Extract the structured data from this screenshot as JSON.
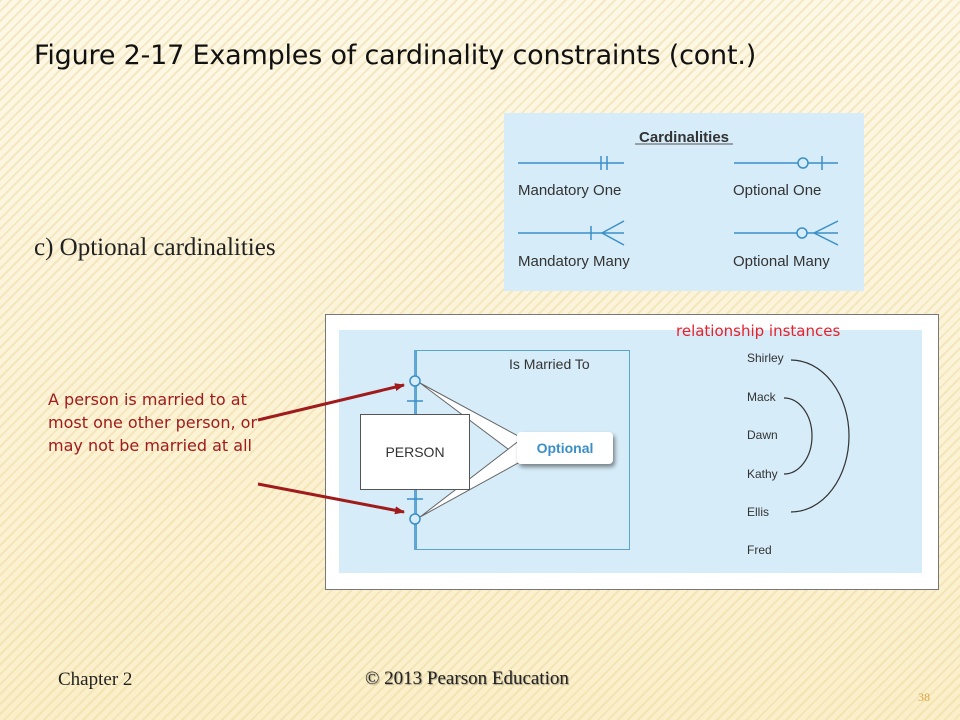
{
  "slide": {
    "title": "Figure 2-17 Examples of cardinality constraints (cont.)",
    "subtitle": "c) Optional cardinalities",
    "page_number": "38"
  },
  "legend": {
    "title": "Cardinalities",
    "items": [
      {
        "label": "Mandatory One",
        "symbol": "mandatory-one"
      },
      {
        "label": "Optional One",
        "symbol": "optional-one"
      },
      {
        "label": "Mandatory Many",
        "symbol": "mandatory-many"
      },
      {
        "label": "Optional Many",
        "symbol": "optional-many"
      }
    ]
  },
  "diagram": {
    "relationship_heading": "relationship instances",
    "relationship_name": "Is Married To",
    "entity": "PERSON",
    "callout": "Optional",
    "people": [
      "Shirley",
      "Mack",
      "Dawn",
      "Kathy",
      "Ellis",
      "Fred"
    ],
    "pairs": [
      [
        "Shirley",
        "Ellis"
      ],
      [
        "Mack",
        "Kathy"
      ]
    ],
    "annotation": "A person is married to at most one other person, or may not be married at all"
  },
  "footer": {
    "chapter": "Chapter 2",
    "copyright": "© 2013 Pearson Education"
  },
  "colors": {
    "line_blue": "#3a8fc8",
    "arrow_red": "#a01b1b",
    "heading_red": "#e8202a",
    "panel_blue": "#d6ecf8"
  }
}
